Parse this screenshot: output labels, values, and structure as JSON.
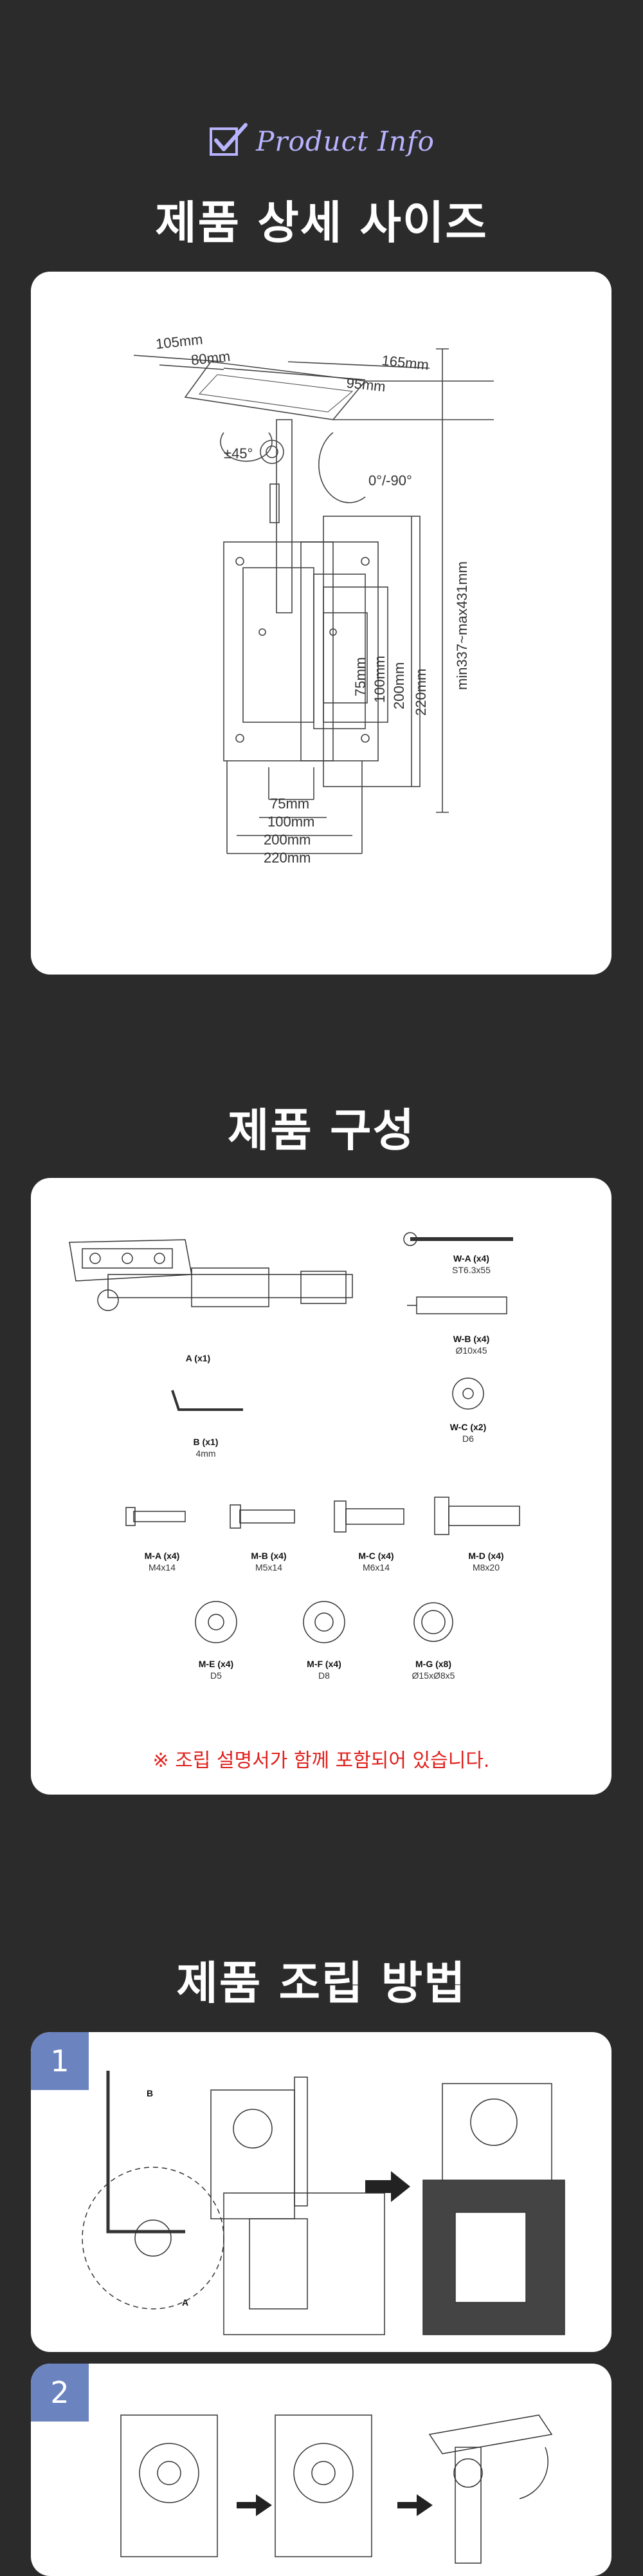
{
  "brand": {
    "text": "Product Info"
  },
  "sections": {
    "size": {
      "title": "제품 상세 사이즈",
      "dims": {
        "d105": "105mm",
        "d80": "80mm",
        "d95": "95mm",
        "d165": "165mm",
        "rot45": "±45°",
        "rot90": "0°/-90°",
        "height": "min337~max431mm",
        "v75": "75mm",
        "v100": "100mm",
        "v200": "200mm",
        "v220": "220mm",
        "h75": "75mm",
        "h100": "100mm",
        "h200": "200mm",
        "h220": "220mm"
      }
    },
    "parts": {
      "title": "제품 구성",
      "items": {
        "a": {
          "label": "A (x1)",
          "sub": ""
        },
        "wa": {
          "label": "W-A (x4)",
          "sub": "ST6.3x55"
        },
        "wb": {
          "label": "W-B (x4)",
          "sub": "Ø10x45"
        },
        "b": {
          "label": "B (x1)",
          "sub": "4mm"
        },
        "wc": {
          "label": "W-C (x2)",
          "sub": "D6"
        },
        "ma": {
          "label": "M-A (x4)",
          "sub": "M4x14"
        },
        "mb": {
          "label": "M-B (x4)",
          "sub": "M5x14"
        },
        "mc": {
          "label": "M-C (x4)",
          "sub": "M6x14"
        },
        "md": {
          "label": "M-D (x4)",
          "sub": "M8x20"
        },
        "me": {
          "label": "M-E (x4)",
          "sub": "D5"
        },
        "mf": {
          "label": "M-F (x4)",
          "sub": "D8"
        },
        "mg": {
          "label": "M-G (x8)",
          "sub": "Ø15xØ8x5"
        }
      },
      "note": "※ 조립 설명서가 함께 포함되어 있습니다."
    },
    "assembly": {
      "title": "제품 조립 방법",
      "steps": [
        {
          "number": "1",
          "labels": {
            "b": "B",
            "a": "A"
          }
        },
        {
          "number": "2"
        }
      ]
    }
  },
  "colors": {
    "background": "#2b2b2b",
    "card": "#ffffff",
    "accent": "#6b84c0",
    "note": "#e0201b",
    "brand": "#b8b4ff"
  }
}
